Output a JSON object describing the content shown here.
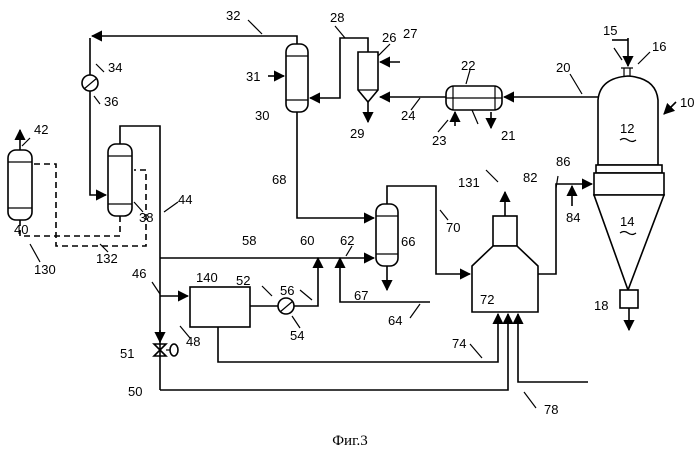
{
  "labels": {
    "n10": "10",
    "n12": "12",
    "n14": "14",
    "n15": "15",
    "n16": "16",
    "n18": "18",
    "n20": "20",
    "n21": "21",
    "n22": "22",
    "n23": "23",
    "n24": "24",
    "n26": "26",
    "n27": "27",
    "n28": "28",
    "n29": "29",
    "n30": "30",
    "n31": "31",
    "n32": "32",
    "n34": "34",
    "n36": "36",
    "n38": "38",
    "n40": "40",
    "n42": "42",
    "n44": "44",
    "n46": "46",
    "n48": "48",
    "n50": "50",
    "n51": "51",
    "n52": "52",
    "n54": "54",
    "n56": "56",
    "n58": "58",
    "n60": "60",
    "n62": "62",
    "n64": "64",
    "n66": "66",
    "n67": "67",
    "n68": "68",
    "n70": "70",
    "n72": "72",
    "n74": "74",
    "n78": "78",
    "n82": "82",
    "n84": "84",
    "n86": "86",
    "n130": "130",
    "n131": "131",
    "n132": "132",
    "n140": "140"
  },
  "caption": "Фиг.3",
  "colors": {
    "line": "#000000",
    "background": "#ffffff"
  }
}
